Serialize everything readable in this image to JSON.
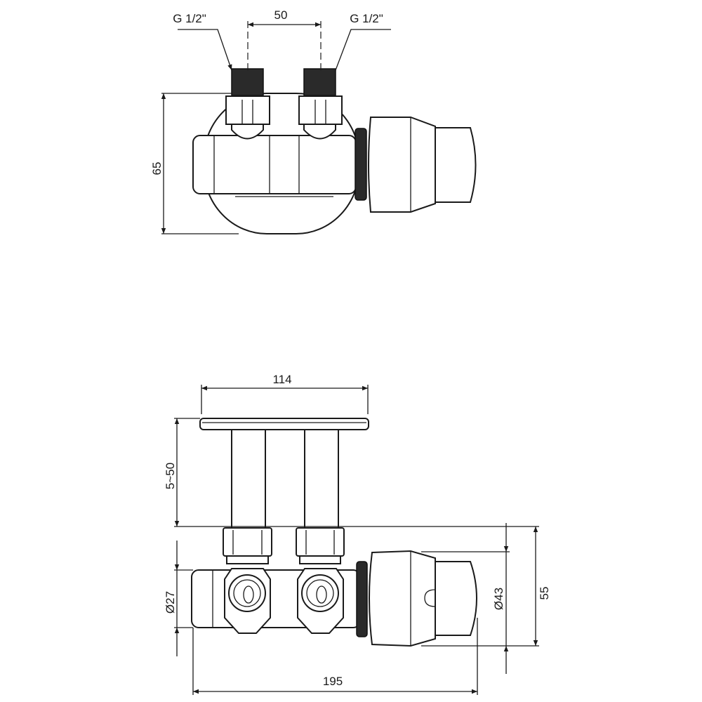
{
  "top_view": {
    "thread_left_label": "G 1/2\"",
    "thread_right_label": "G 1/2\"",
    "spacing_label": "50",
    "height_label": "65"
  },
  "front_view": {
    "plate_width_label": "114",
    "extension_label": "5~50",
    "body_diameter_label": "Ø27",
    "head_diameter_label": "Ø43",
    "head_height_label": "55",
    "total_length_label": "195"
  }
}
